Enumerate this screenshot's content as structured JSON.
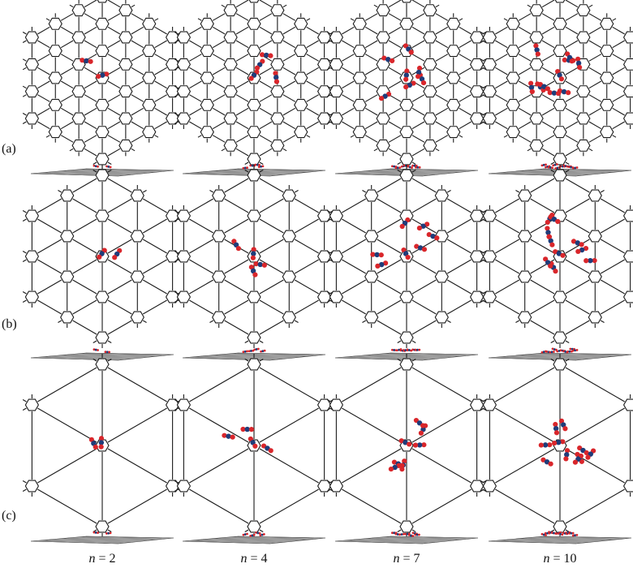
{
  "figure": {
    "rows": [
      {
        "label": "(a)",
        "lattice": "dense"
      },
      {
        "label": "(b)",
        "lattice": "medium"
      },
      {
        "label": "(c)",
        "lattice": "sparse"
      }
    ],
    "columns": [
      {
        "label": "n = 2",
        "var": "n",
        "value": "2"
      },
      {
        "label": "n = 4",
        "var": "n",
        "value": "4"
      },
      {
        "label": "n = 7",
        "var": "n",
        "value": "7"
      },
      {
        "label": "n = 10",
        "var": "n",
        "value": "10"
      }
    ],
    "colors": {
      "framework": "#1a1a1a",
      "oxygen": "#d9262b",
      "carbon": "#1f3d7a"
    }
  }
}
